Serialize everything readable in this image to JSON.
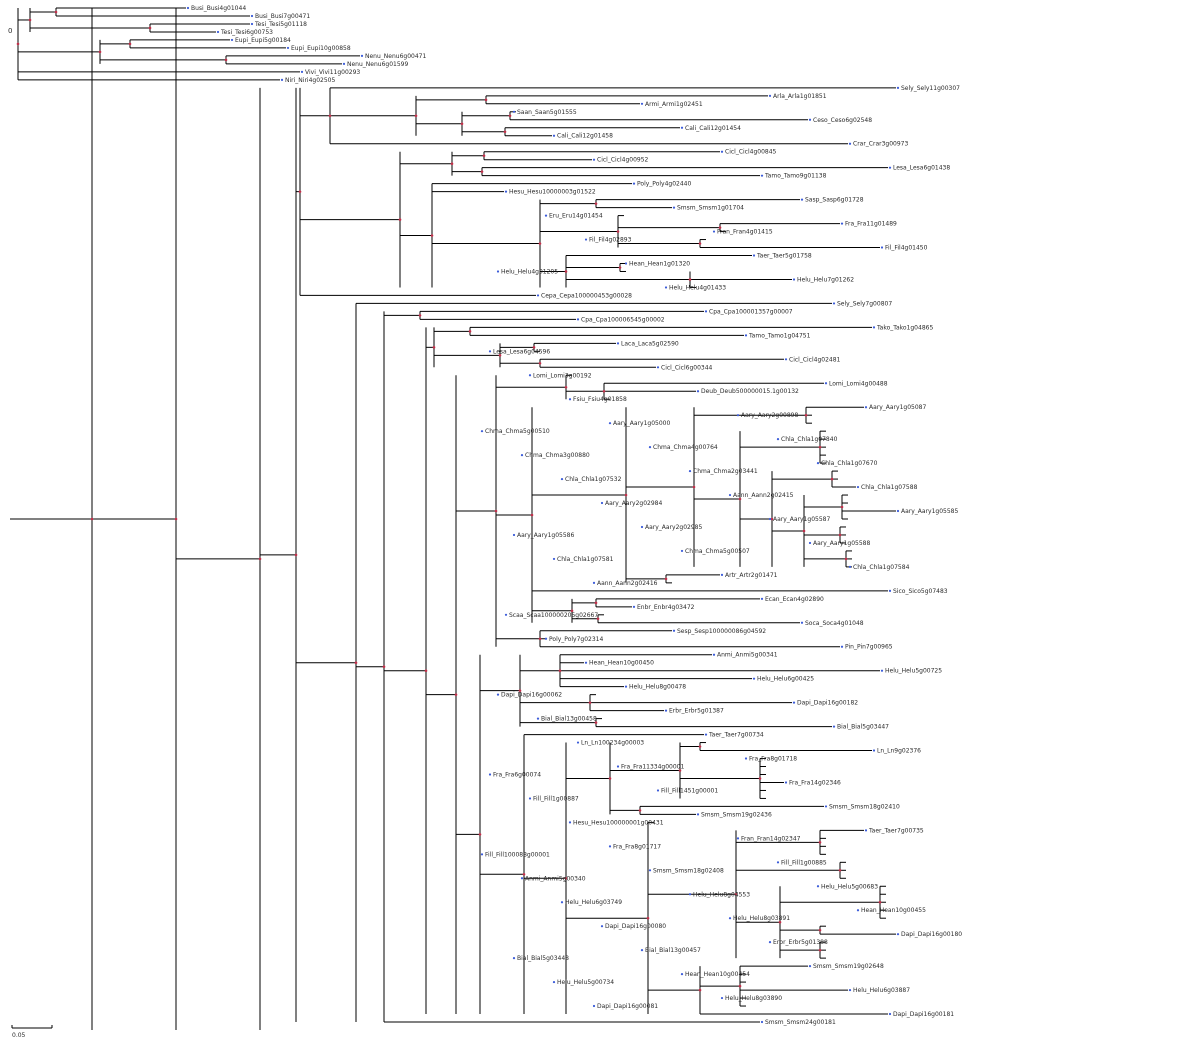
{
  "figure": {
    "root_label": "0",
    "scale_bar_label": "0.05",
    "leaf_tag_color": "#3a5bd9",
    "node_mark_color": "#c0304a",
    "branch_color": "#000000"
  },
  "leaves": [
    "Busi_Busi4g01044",
    "Busi_Busi7g00471",
    "Tesi_Tesi5g01118",
    "Tesi_Tesi6g00753",
    "Eupi_Eupi5g00184",
    "Eupi_Eupi10g00858",
    "Nenu_Nenu6g00471",
    "Nenu_Nenu6g01599",
    "Vivi_Vivi11g00293",
    "Niri_Niri4g02505",
    "Sely_Sely11g00307",
    "Arla_Arla1g01851",
    "Armi_Armi1g02451",
    "Saan_Saan5g01555",
    "Ceso_Ceso6g02548",
    "Cali_Cali12g01454",
    "Cali_Cali12g01458",
    "Crar_Crar3g00973",
    "Cicl_Cicl4g00845",
    "Cicl_Cicl4g00952",
    "Lesa_Lesa6g01438",
    "Tamo_Tamo9g01138",
    "Poly_Poly4g02440",
    "Hesu_Hesu10000003g01522",
    "Sasp_Sasp6g01728",
    "Smsm_Smsm1g01704",
    "Eru_Eru14g01454",
    "Fra_Fra11g01489",
    "Fran_Fran4g01415",
    "Fil_Fil4g02893",
    "Fil_Fil4g01450",
    "Taer_Taer5g01758",
    "Hean_Hean1g01320",
    "Helu_Helu4g01205",
    "Helu_Helu7g01262",
    "Helu_Helu4g01433",
    "Cepa_Cepa100000453g00028",
    "Sely_Sely7g00807",
    "Cpa_Cpa100001357g00007",
    "Cpa_Cpa100006545g00002",
    "Tako_Tako1g04865",
    "Tamo_Tamo1g04751",
    "Laca_Laca5g02590",
    "Lesa_Lesa6g04596",
    "Cicl_Cicl4g02481",
    "Cicl_Cicl6g00344",
    "Lomi_Lomi3g00192",
    "Lomi_Lomi4g00488",
    "Deub_Deub500000015.1g00132",
    "Fsiu_Fsiu4g01858",
    "Aary_Aary1g05087",
    "Aary_Aary2g00898",
    "Aary_Aary1g05000",
    "Chma_Chma5g00510",
    "Chla_Chla1g07840",
    "Chma_Chma4g00764",
    "Chma_Chma3g00880",
    "Chla_Chla1g07670",
    "Chma_Chma2g03441",
    "Chla_Chla1g07532",
    "Chla_Chla1g07588",
    "Aann_Aann2g02415",
    "Aary_Aary2g02984",
    "Aary_Aary1g05585",
    "Aary_Aary1g05587",
    "Aary_Aary2g02985",
    "Aary_Aary1g05586",
    "Aary_Aary1g05588",
    "Chma_Chma5g00507",
    "Chla_Chla1g07581",
    "Chla_Chla1g07584",
    "Artr_Artr2g01471",
    "Aann_Aann2g02416",
    "Sico_Sico5g07483",
    "Ecan_Ecan4g02890",
    "Enbr_Enbr4g03472",
    "Scaa_Scaa100000205g02667",
    "Soca_Soca4g01048",
    "Sesp_Sesp100000086g04592",
    "Poly_Poly7g02314",
    "Pin_Pin7g00965",
    "Anmi_Anmi5g00341",
    "Hean_Hean10g00450",
    "Helu_Helu5g00725",
    "Helu_Helu6g00425",
    "Helu_Helu8g00478",
    "Dapi_Dapi16g00062",
    "Dapi_Dapi16g00182",
    "Erbr_Erbr5g01387",
    "Bial_Bial13g00458",
    "Bial_Bial5g03447",
    "Taer_Taer7g00734",
    "Ln_Ln100234g00003",
    "Ln_Ln9g02376",
    "Fra_Fra8g01718",
    "Fra_Fra11334g00001",
    "Fra_Fra6g00074",
    "Fra_Fra14g02346",
    "Fill_Fill1451g00001",
    "Fill_Fill1g00887",
    "Smsm_Smsm18g02410",
    "Smsm_Smsm19g02436",
    "Hesu_Hesu100000001g00431",
    "Taer_Taer7g00735",
    "Fran_Fran14g02347",
    "Fra_Fra8g01717",
    "Fill_Fill100088g00001",
    "Fill_Fill1g00885",
    "Smsm_Smsm18g02408",
    "Anmi_Anmi5g00340",
    "Helu_Helu5g00683",
    "Helu_Helu8g04553",
    "Helu_Helu6g03749",
    "Hean_Hean10g00455",
    "Helu_Helu8g03891",
    "Dapi_Dapi16g00080",
    "Dapi_Dapi16g00180",
    "Erbr_Erbr5g01388",
    "Bial_Bial13g00457",
    "Bial_Bial5g03448",
    "Smsm_Smsm19g02648",
    "Hean_Hean10g00454",
    "Helu_Helu5g00734",
    "Helu_Helu6g03887",
    "Helu_Helu8g03890",
    "Dapi_Dapi16g00081",
    "Dapi_Dapi16g00181",
    "Smsm_Smsm24g00181"
  ]
}
